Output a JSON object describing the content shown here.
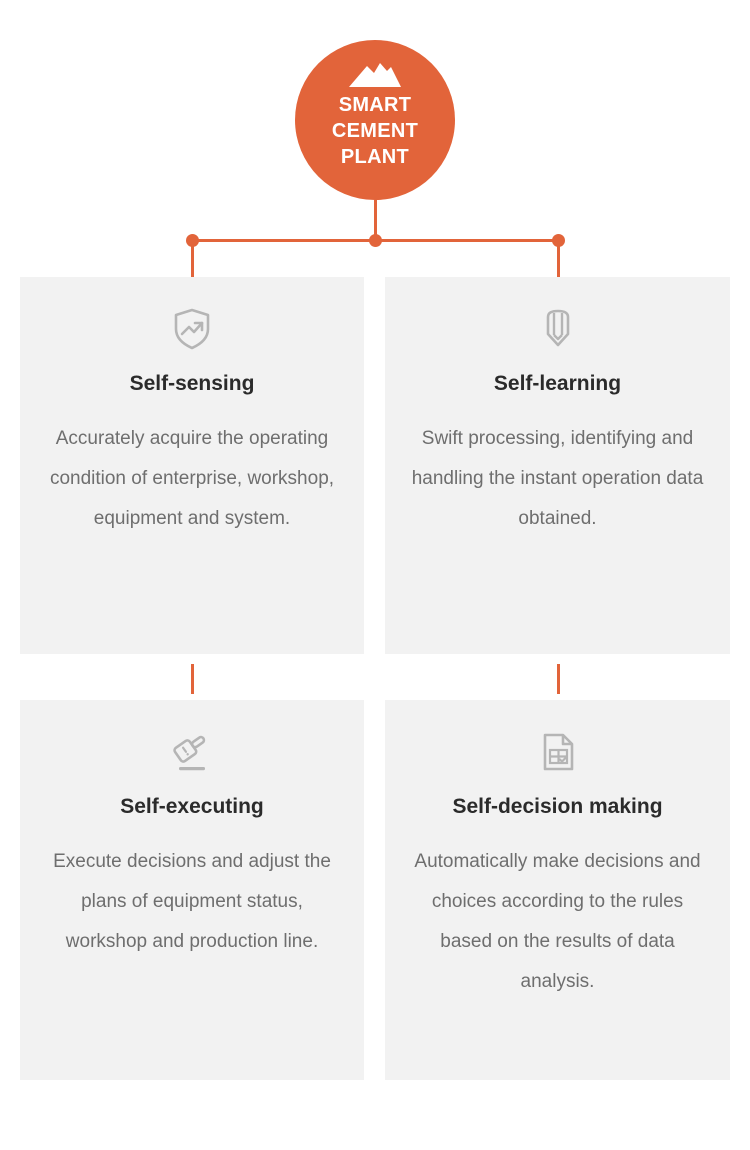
{
  "hub": {
    "title": "SMART\nCEMENT\nPLANT",
    "icon": "mountain-icon",
    "color": "#e2643a",
    "text_color": "#ffffff"
  },
  "connector": {
    "color": "#e2643a",
    "dot_count": 3
  },
  "cards": [
    {
      "id": "self-sensing",
      "icon": "shield-trend-icon",
      "title": "Self-sensing",
      "body": "Accurately acquire the operating condition of enterprise, workshop, equipment and system."
    },
    {
      "id": "self-learning",
      "icon": "pencil-icon",
      "title": "Self-learning",
      "body": "Swift processing, identifying and handling the instant operation data obtained."
    },
    {
      "id": "self-executing",
      "icon": "gavel-icon",
      "title": "Self-executing",
      "body": "Execute decisions and adjust the plans of equipment status, workshop and production line."
    },
    {
      "id": "self-decision-making",
      "icon": "document-table-check-icon",
      "title": "Self-decision making",
      "body": "Automatically make decisions and choices according to the rules based on the results of data analysis."
    }
  ],
  "theme": {
    "card_background": "#f2f2f2",
    "title_color": "#2b2b2b",
    "body_color": "#6e6e6e",
    "icon_color": "#b5b5b5",
    "page_background": "#ffffff"
  }
}
